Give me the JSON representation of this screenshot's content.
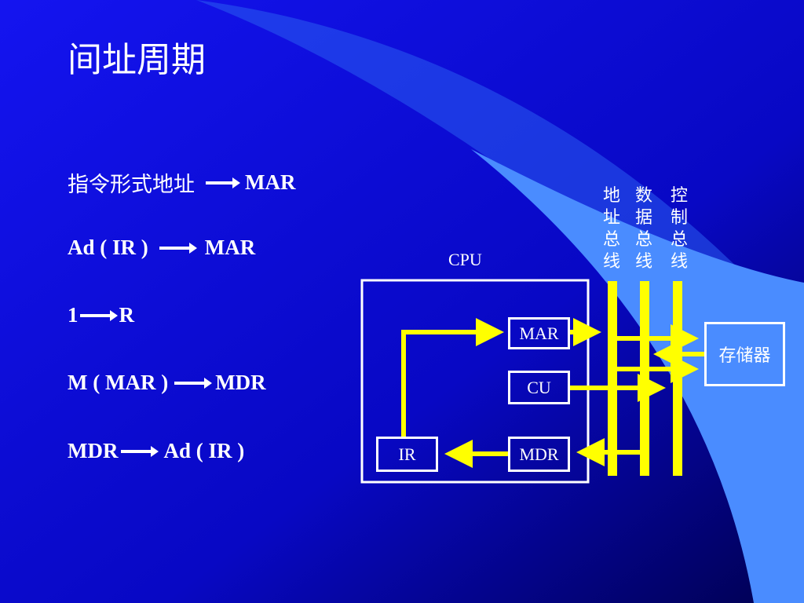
{
  "title": "间址周期",
  "steps": [
    {
      "left": "指令形式地址",
      "right": "MAR"
    },
    {
      "left": "Ad ( IR )",
      "right": "MAR"
    },
    {
      "left": "1",
      "right": "R"
    },
    {
      "left": "M ( MAR )",
      "right": "MDR"
    },
    {
      "left": "MDR",
      "right": "Ad ( IR )"
    }
  ],
  "diagram": {
    "cpu_label": "CPU",
    "mar": "MAR",
    "cu": "CU",
    "mdr": "MDR",
    "ir": "IR",
    "memory": "存储器",
    "buses": {
      "address": "地址总线",
      "data": "数据总线",
      "control": "控制总线"
    }
  },
  "colors": {
    "bus": "#ffff00",
    "background": "#0a0acc",
    "accent_curve": "#3a78ff"
  }
}
